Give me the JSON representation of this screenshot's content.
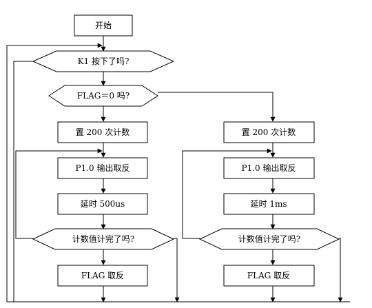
{
  "nodes": {
    "start": "开始",
    "k1_pressed": "K1 按下了吗?",
    "flag_zero": "FLAG＝0 吗?",
    "set_200_left": "置 200 次计数",
    "set_200_right": "置 200 次计数",
    "invert_p10_left": "P1.0 输出取反",
    "invert_p10_right": "P1.0 输出取反",
    "delay_500us": "延时 500us",
    "delay_1ms": "延时 1ms",
    "count_done_left": "计数值计完了吗?",
    "count_done_right": "计数值计完了吗?",
    "flag_invert_left": "FLAG 取反",
    "flag_invert_right": "FLAG 取反"
  },
  "colors": {
    "stroke": "#000000",
    "fill": "#ffffff"
  }
}
